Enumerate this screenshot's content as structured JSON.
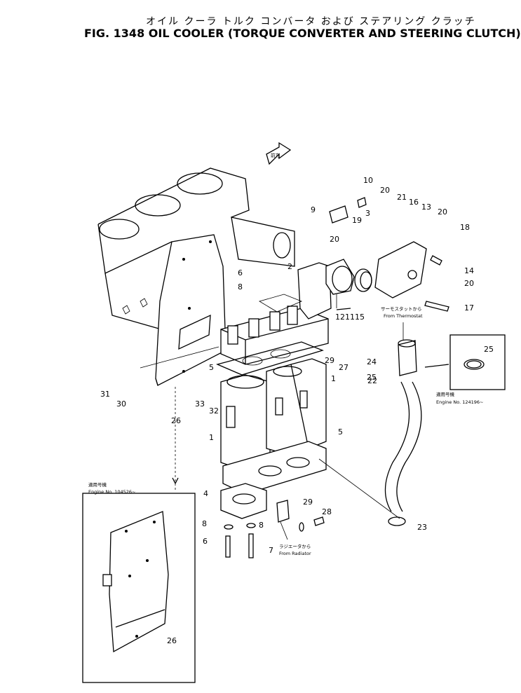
{
  "title": {
    "japanese": "オイル クーラ トルク コンバータ および ステアリング クラッチ",
    "english": "FIG. 1348  OIL COOLER (TORQUE CONVERTER AND STEERING CLUTCH)"
  },
  "direction_mark": "前方",
  "part_numbers": [
    "1",
    "1",
    "2",
    "3",
    "4",
    "5",
    "5",
    "6",
    "6",
    "7",
    "8",
    "8",
    "8",
    "9",
    "10",
    "11",
    "12",
    "13",
    "14",
    "15",
    "16",
    "17",
    "18",
    "19",
    "20",
    "20",
    "20",
    "20",
    "21",
    "22",
    "23",
    "24",
    "25",
    "25",
    "26",
    "26",
    "27",
    "28",
    "29",
    "29",
    "30",
    "31",
    "32",
    "33"
  ],
  "notes": {
    "from_thermostat_jp": "サーモスタットから",
    "from_thermostat_en": "From Thermostat",
    "from_radiator_jp": "ラジエータから",
    "from_radiator_en": "From Radiator",
    "applicable_jp": "適用号機",
    "engine_no_1": "Engine No. 124196~",
    "engine_no_2": "Engine No. 104526~"
  }
}
